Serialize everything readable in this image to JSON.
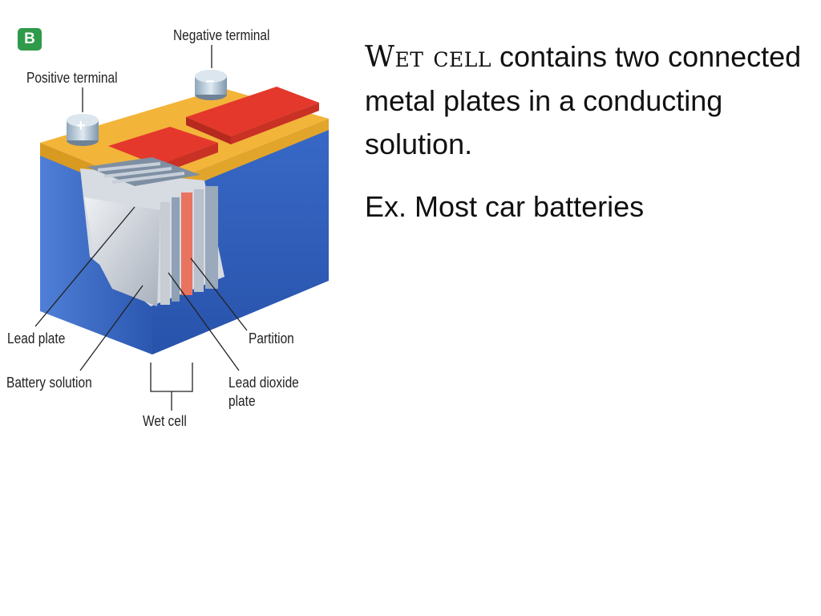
{
  "figure": {
    "badge": "B",
    "labels": {
      "negative_terminal": "Negative terminal",
      "positive_terminal": "Positive terminal",
      "lead_plate": "Lead plate",
      "battery_solution": "Battery solution",
      "wet_cell": "Wet cell",
      "partition": "Partition",
      "lead_dioxide_line1": "Lead dioxide",
      "lead_dioxide_line2": "plate"
    },
    "symbols": {
      "positive": "+",
      "negative": "−"
    },
    "colors": {
      "case_blue": "#2f5fb8",
      "lid_orange": "#f3b43a",
      "cover_red": "#e4382c",
      "badge_green": "#2f9a4a"
    }
  },
  "text": {
    "term": "Wet cell",
    "definition": " contains two connected metal plates in a conducting solution.",
    "example": "Ex. Most car batteries"
  }
}
